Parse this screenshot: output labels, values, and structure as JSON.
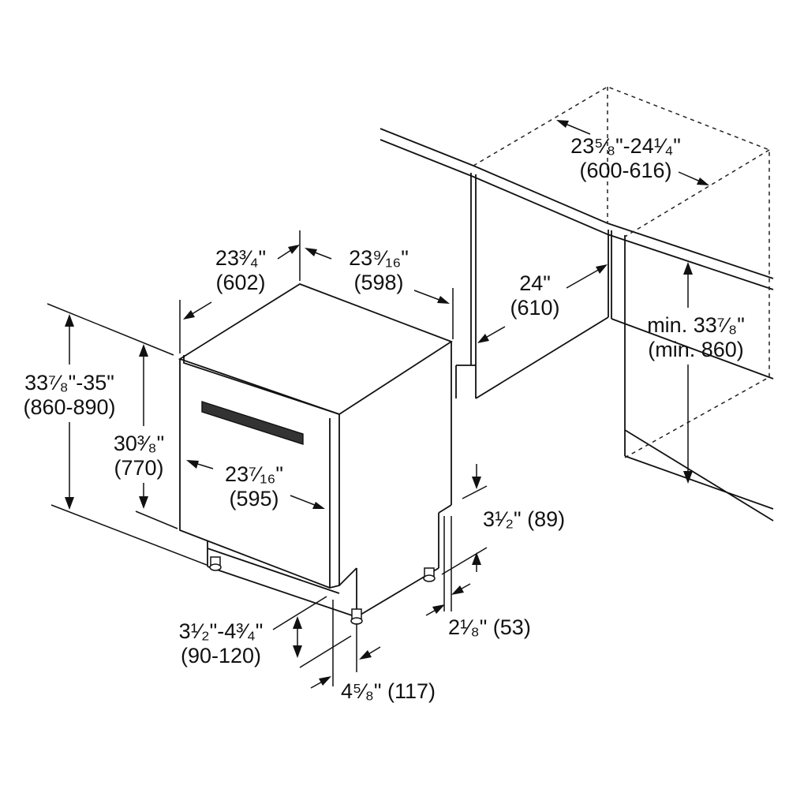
{
  "labels": {
    "cabinet_opening_width": {
      "imperial": "23⁵⁄₈\"-24¹⁄₄\"",
      "metric": "(600-616)"
    },
    "depth_side": {
      "imperial": "23³⁄₄\"",
      "metric": "(602)"
    },
    "depth_top": {
      "imperial": "23⁹⁄₁₆\"",
      "metric": "(598)"
    },
    "cabinet_depth": {
      "imperial": "24\"",
      "metric": "(610)"
    },
    "min_height": {
      "imperial": "min. 33⁷⁄₈\"",
      "metric": "(min. 860)"
    },
    "overall_height": {
      "imperial": "33⁷⁄₈\"-35\"",
      "metric": "(860-890)"
    },
    "door_height": {
      "imperial": "30³⁄₈\"",
      "metric": "(770)"
    },
    "door_width": {
      "imperial": "23⁷⁄₁₆\"",
      "metric": "(595)"
    },
    "toe_kick_height": {
      "text": "3¹⁄₂\" (89)"
    },
    "foot_adjust": {
      "imperial": "3¹⁄₂\"-4³⁄₄\"",
      "metric": "(90-120)"
    },
    "toe_kick_depth": {
      "text": "2¹⁄₈\" (53)"
    },
    "foot_setback": {
      "text": "4⁵⁄₈\" (117)"
    }
  },
  "colors": {
    "line": "#111111",
    "background": "#ffffff"
  }
}
